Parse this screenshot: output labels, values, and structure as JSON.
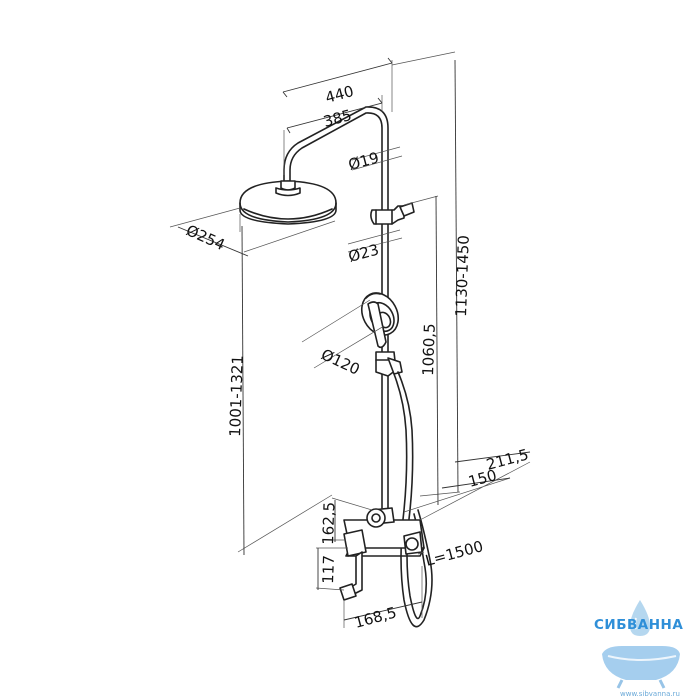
{
  "dimensions": {
    "overall_width": "440",
    "arm_length": "385",
    "arm_diameter": "Ø19",
    "head_diameter": "Ø254",
    "rail_diameter": "Ø23",
    "hand_shower_diameter": "Ø120",
    "rail_height_range": "1130-1450",
    "slider_height": "1060,5",
    "head_height_range": "1001-1321",
    "depth_total": "211,5",
    "depth_mixer": "150",
    "mixer_height": "162,5",
    "spout_height": "117",
    "spout_length": "168,5",
    "hose_length": "L=1500"
  },
  "logo": {
    "brand": "СИБВАННА",
    "url": "www.sibvanna.ru"
  },
  "colors": {
    "line": "#222222",
    "logo_blue": "#2f8fd8"
  }
}
